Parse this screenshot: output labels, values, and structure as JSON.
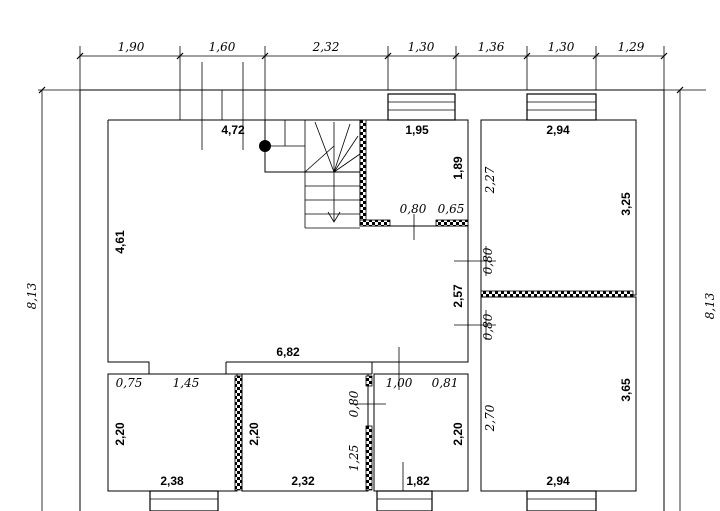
{
  "top_dimensions": [
    "1,90",
    "1,60",
    "2,32",
    "1,30",
    "1,36",
    "1,30",
    "1,29"
  ],
  "side_dimensions": {
    "left": "8,13",
    "right": "8,13"
  },
  "labels": {
    "hall_top_width": "4,72",
    "hall_height": "4,61",
    "hall_bottom_width": "6,82",
    "hall_right_height": "2,57",
    "bath_width": "1,95",
    "bath_height": "1,89",
    "bath_door_a": "0,80",
    "bath_door_b": "0,65",
    "room_tr_width": "2,94",
    "room_tr_height": "3,25",
    "room_tr_side": "2,27",
    "door_upper": "0,80",
    "door_lower": "0,80",
    "room_br_side": "2,70",
    "room_br_height": "3,65",
    "room_br_width": "2,94",
    "room_bl_a": "0,75",
    "room_bl_b": "1,45",
    "room_bl_height": "2,20",
    "room_bl_width": "2,38",
    "room_bm_height": "2,20",
    "room_bm_width": "2,32",
    "room_small_door": "0,80",
    "room_small_side": "1,25",
    "room_sr_a": "1,00",
    "room_sr_b": "0,81",
    "room_sr_height": "2,20",
    "room_sr_width": "1,82"
  }
}
